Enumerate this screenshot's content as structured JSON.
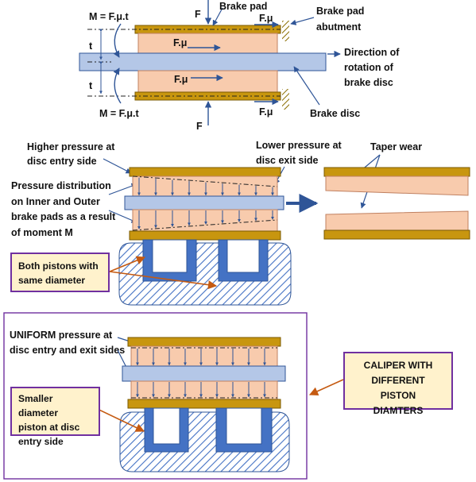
{
  "top": {
    "moment_top": "M = F.μ.t",
    "moment_bottom": "M = F.μ.t",
    "t_top": "t",
    "t_bottom": "t",
    "force_top": "F",
    "force_bottom": "F",
    "friction_top_right": "F.μ",
    "friction_top_mid": "F.μ",
    "friction_bottom_mid": "F.μ",
    "friction_bottom_right": "F.μ",
    "brake_pad": "Brake pad",
    "abutment_line1": "Brake pad",
    "abutment_line2": "abutment",
    "rotation_line1": "Direction of",
    "rotation_line2": "rotation of",
    "rotation_line3": "brake disc",
    "brake_disc": "Brake disc"
  },
  "middle": {
    "higher_line1": "Higher pressure at",
    "higher_line2": "disc entry side",
    "lower_line1": "Lower pressure at",
    "lower_line2": "disc exit side",
    "taper_wear": "Taper wear",
    "dist_line1": "Pressure distribution",
    "dist_line2": "on Inner and Outer",
    "dist_line3": "brake pads as a result",
    "dist_line4": "of moment M",
    "pistons_line1": "Both pistons with",
    "pistons_line2": "same diameter"
  },
  "bottom": {
    "uniform_line1": "UNIFORM pressure at",
    "uniform_line2": "disc entry and exit sides",
    "smaller_line1": "Smaller diameter",
    "smaller_line2": "piston at disc",
    "smaller_line3": "entry side",
    "caliper_line1": "CALIPER WITH",
    "caliper_line2": "DIFFERENT PISTON",
    "caliper_line3": "DIAMTERS"
  },
  "colors": {
    "backing_plate": "#c8960f",
    "pad": "#f8cbad",
    "disc": "#b4c7e7",
    "piston": "#4472c4",
    "arrow": "#2f5597",
    "callout": "#c55a11",
    "frame": "#7030a0",
    "box_fill": "#fff2cc"
  }
}
